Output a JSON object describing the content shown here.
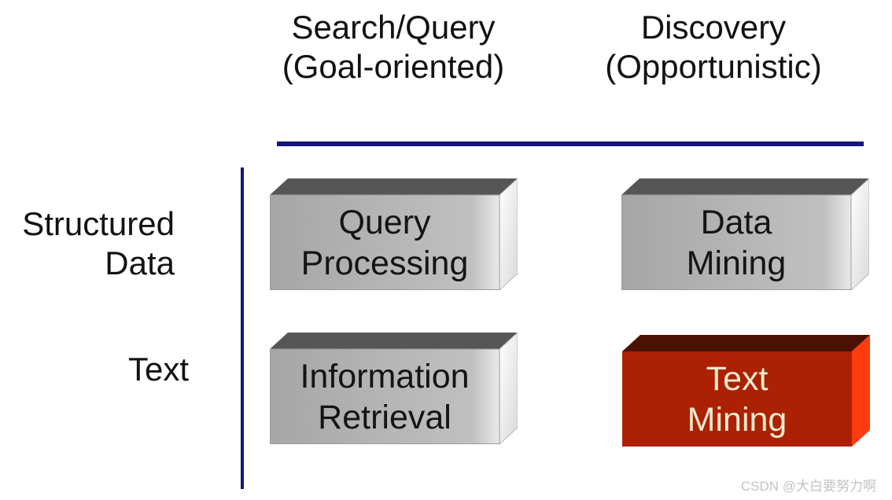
{
  "matrix": {
    "columns": [
      {
        "label_line1": "Search/Query",
        "label_line2": "(Goal-oriented)"
      },
      {
        "label_line1": "Discovery",
        "label_line2": "(Opportunistic)"
      }
    ],
    "rows": [
      {
        "label_line1": "Structured",
        "label_line2": "Data"
      },
      {
        "label_line1": "Text",
        "label_line2": ""
      }
    ],
    "cells": [
      {
        "row": "Structured Data",
        "column": "Search/Query",
        "label_line1": "Query",
        "label_line2": "Processing",
        "style": "gray"
      },
      {
        "row": "Structured Data",
        "column": "Discovery",
        "label_line1": "Data",
        "label_line2": "Mining",
        "style": "gray"
      },
      {
        "row": "Text",
        "column": "Search/Query",
        "label_line1": "Information",
        "label_line2": "Retrieval",
        "style": "gray"
      },
      {
        "row": "Text",
        "column": "Discovery",
        "label_line1": "Text",
        "label_line2": "Mining",
        "style": "red-highlight"
      }
    ]
  },
  "watermark": "CSDN @大白要努力啊",
  "colors": {
    "background": "#ffffff",
    "axis-line": "#15157c",
    "gray-box-front": "#aeaeae",
    "gray-box-top": "#565656",
    "gray-box-side": "#f4f4f4",
    "red-box-front": "#ac2104",
    "red-box-top": "#4b1203",
    "red-box-side": "#fc3c0d",
    "red-box-text": "#f2e9cd",
    "box-text": "#141414",
    "watermark-color": "#c3c3c3"
  }
}
